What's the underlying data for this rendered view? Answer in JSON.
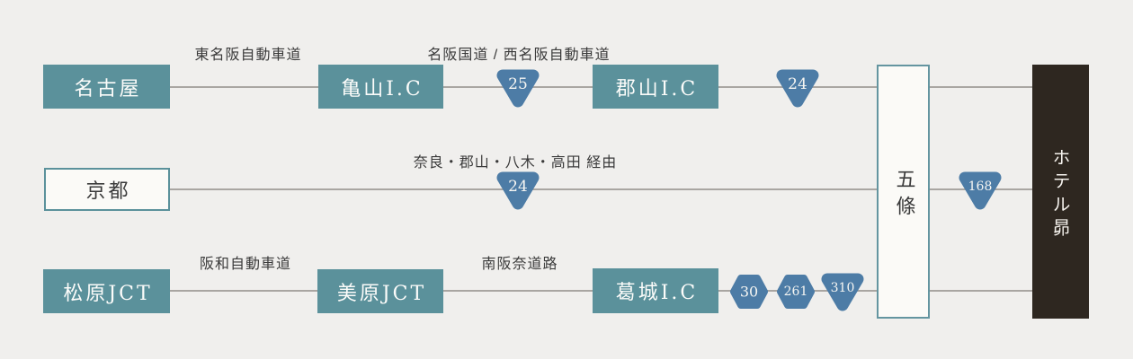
{
  "diagram": {
    "routes": {
      "nagoya": {
        "start": "名古屋",
        "road_1": "東名阪自動車道",
        "ic_1": "亀山I.C",
        "road_2": "名阪国道 / 西名阪自動車道",
        "route_no_1": "25",
        "ic_2": "郡山I.C",
        "route_no_2": "24"
      },
      "kyoto": {
        "start": "京都",
        "via": "奈良・郡山・八木・高田 経由",
        "route_no_1": "24"
      },
      "matsubara": {
        "start": "松原JCT",
        "road_1": "阪和自動車道",
        "jct_1": "美原JCT",
        "road_2": "南阪奈道路",
        "ic_1": "葛城I.C",
        "route_no_1": "30",
        "route_no_2": "261",
        "route_no_3": "310"
      }
    },
    "junction": {
      "label": "五條"
    },
    "final_leg": {
      "route_no": "168"
    },
    "destination": {
      "label": "ホテル昴"
    },
    "colors": {
      "box_teal": "#5b919b",
      "shield_blue": "#4d7ca6",
      "destination_brown": "#2e2720",
      "line_gray": "#a9a6a2",
      "background": "#f0efed"
    },
    "shield_shapes": {
      "triangle": "national-route",
      "hexagon": "prefectural-route"
    }
  }
}
